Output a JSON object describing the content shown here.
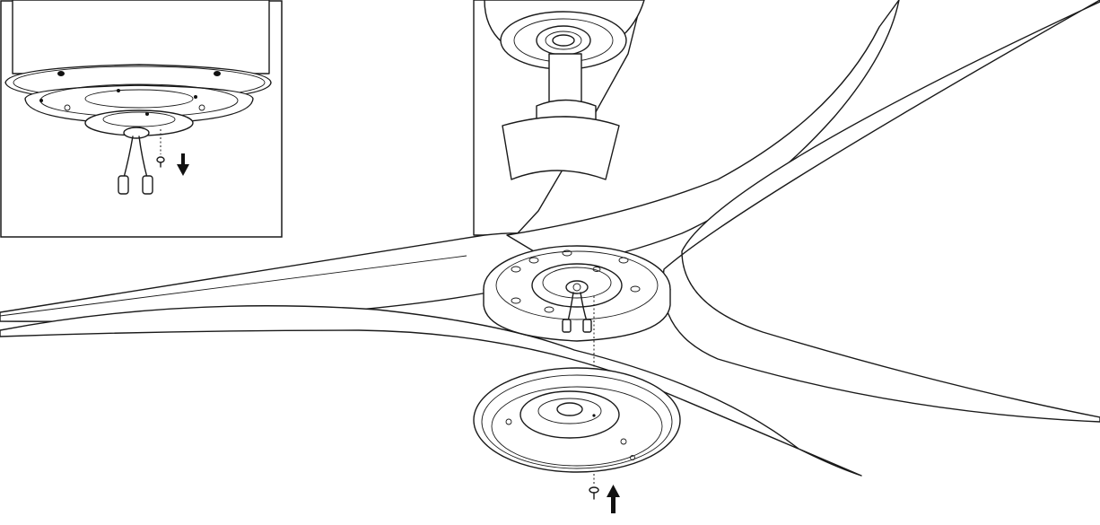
{
  "diagram": {
    "view": "ceiling-fan-light-kit-cover-installation",
    "components": [
      {
        "id": "fan-motor-housing",
        "icon": "motor-housing-icon"
      },
      {
        "id": "fan-blade",
        "count": 3,
        "icon": "fan-blade-icon"
      },
      {
        "id": "switch-housing-plate",
        "icon": "mounting-plate-icon"
      },
      {
        "id": "wire-connectors",
        "count": 2,
        "icon": "wire-connector-icon"
      },
      {
        "id": "light-kit-cover",
        "icon": "cover-cup-icon"
      },
      {
        "id": "screw",
        "icon": "screw-icon"
      }
    ],
    "arrows": [
      {
        "id": "inset-screw-removal",
        "direction": "down"
      },
      {
        "id": "cover-install",
        "direction": "up"
      }
    ],
    "inset": {
      "shows": "removing-screw-from-plate"
    }
  }
}
